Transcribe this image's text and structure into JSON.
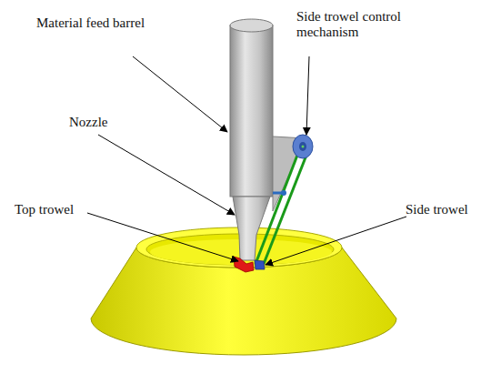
{
  "diagram": {
    "labels": [
      "Material feed barrel",
      "Side trowel control mechanism",
      "Nozzle",
      "Top trowel",
      "Side trowel"
    ]
  }
}
